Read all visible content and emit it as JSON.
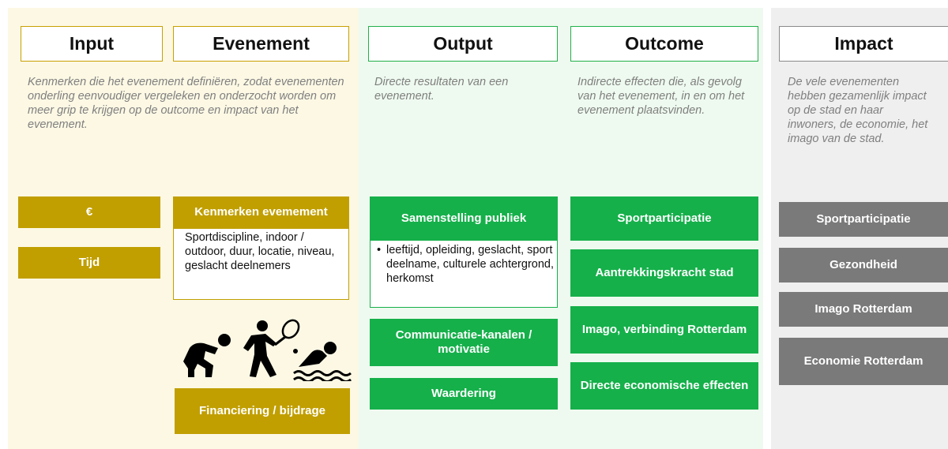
{
  "input": {
    "header_input": "Input",
    "header_evenement": "Evenement",
    "description": "Kenmerken die het evenement definiëren, zodat evenementen onderling eenvoudiger vergeleken en onderzocht worden om meer grip te krijgen op de outcome en impact van het evenement.",
    "box_euro": "€",
    "box_tijd": "Tijd",
    "kenmerken_title": "Kenmerken evemement",
    "kenmerken_detail": "Sportdiscipline, indoor / outdoor, duur, locatie, niveau, geslacht deelnemers",
    "financiering": "Financiering / bijdrage",
    "icons": [
      "runner-start-icon",
      "tennis-player-icon",
      "swimmer-icon"
    ]
  },
  "output": {
    "header": "Output",
    "description": "Directe resultaten van een evenement.",
    "samenstelling_title": "Samenstelling publiek",
    "samenstelling_bullet": "•",
    "samenstelling_detail": "leeftijd, opleiding, geslacht, sport deelname, culturele achtergrond, herkomst",
    "communicatie": "Communicatie-kanalen / motivatie",
    "waardering": "Waardering"
  },
  "outcome": {
    "header": "Outcome",
    "description": "Indirecte effecten die, als gevolg van het evenement, in en om het evenement plaatsvinden.",
    "items": [
      "Sportparticipatie",
      "Aantrekkingskracht stad",
      "Imago, verbinding Rotterdam",
      "Directe economische effecten"
    ]
  },
  "impact": {
    "header": "Impact",
    "description": "De vele evenementen hebben gezamenlijk impact op de stad en haar inwoners, de economie, het imago van de stad.",
    "items": [
      "Sportparticipatie",
      "Gezondheid",
      "Imago Rotterdam",
      "Economie Rotterdam"
    ]
  },
  "colors": {
    "gold": "#c19f00",
    "green": "#15b04a",
    "grey": "#7a7a7a"
  }
}
